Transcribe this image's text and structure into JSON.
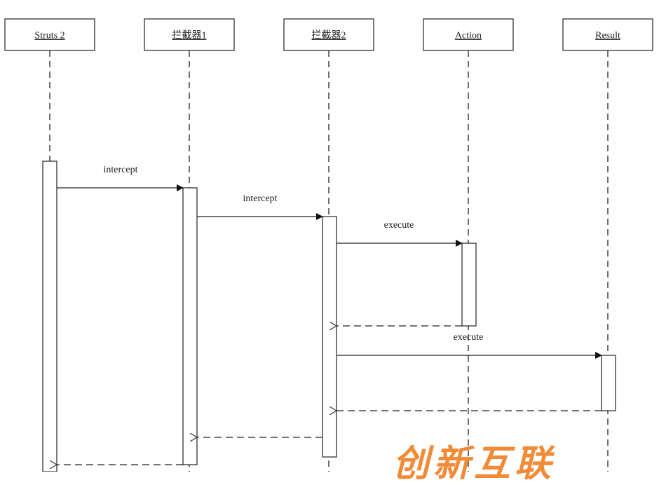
{
  "diagram": {
    "lifelines": [
      {
        "id": "struts2",
        "label": "Struts 2"
      },
      {
        "id": "interceptor1",
        "label": "拦截器1"
      },
      {
        "id": "interceptor2",
        "label": "拦截器2"
      },
      {
        "id": "action",
        "label": "Action"
      },
      {
        "id": "result",
        "label": "Result"
      }
    ],
    "messages": [
      {
        "from": "struts2",
        "to": "interceptor1",
        "label": "intercept",
        "kind": "call"
      },
      {
        "from": "interceptor1",
        "to": "interceptor2",
        "label": "intercept",
        "kind": "call"
      },
      {
        "from": "interceptor2",
        "to": "action",
        "label": "execute",
        "kind": "call"
      },
      {
        "from": "action",
        "to": "interceptor2",
        "label": "",
        "kind": "return"
      },
      {
        "from": "interceptor2",
        "to": "result",
        "label": "execute",
        "kind": "call"
      },
      {
        "from": "result",
        "to": "interceptor2",
        "label": "",
        "kind": "return"
      },
      {
        "from": "interceptor2",
        "to": "interceptor1",
        "label": "",
        "kind": "return"
      },
      {
        "from": "interceptor1",
        "to": "struts2",
        "label": "",
        "kind": "return"
      }
    ],
    "line_color": "#222222"
  },
  "watermark": {
    "text": "创新互联",
    "color": "#f28b38"
  }
}
